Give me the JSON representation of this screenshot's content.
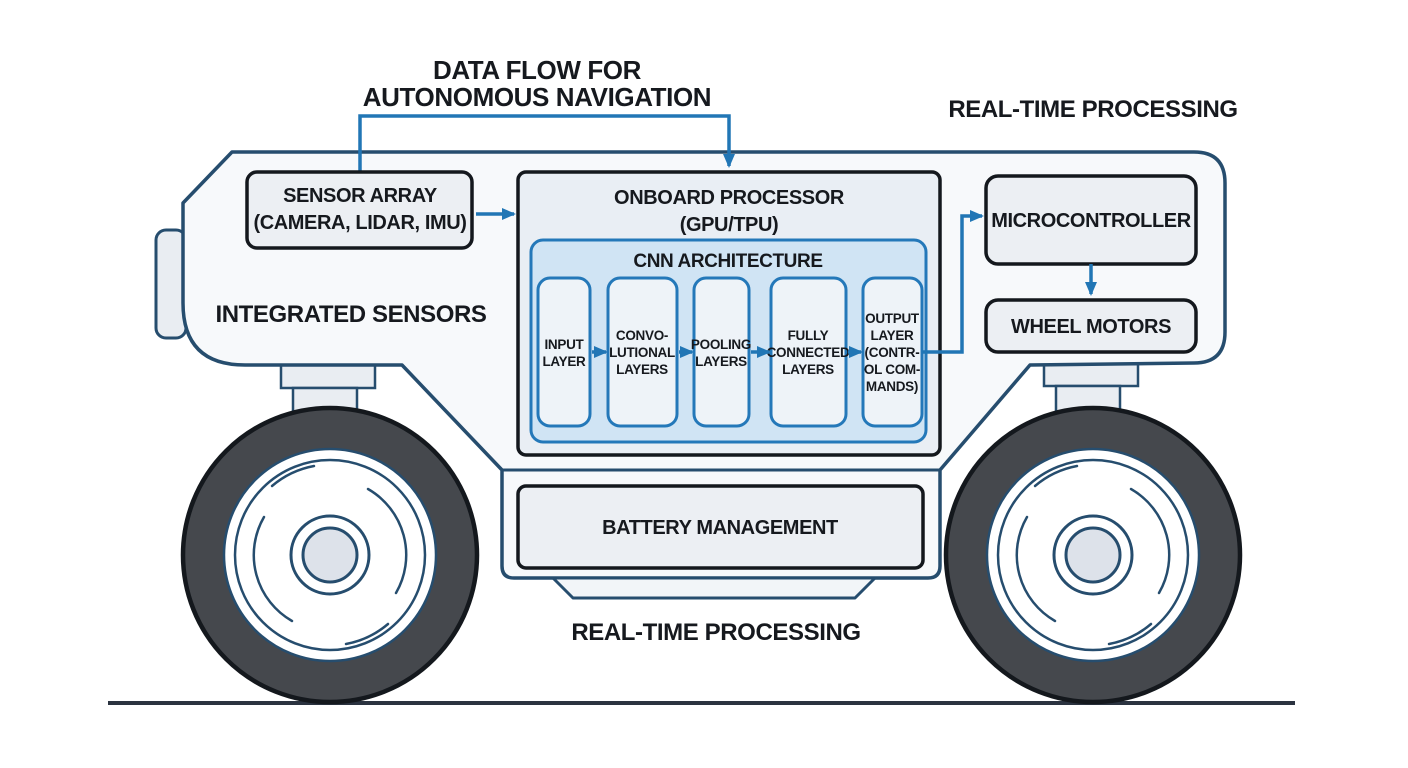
{
  "title": {
    "line1": "DATA FLOW FOR",
    "line2": "AUTONOMOUS NAVIGATION"
  },
  "labels": {
    "top_right": "REAL-TIME PROCESSING",
    "integrated_sensors": "INTEGRATED SENSORS",
    "bottom": "REAL-TIME PROCESSING"
  },
  "nodes": {
    "sensor_array": {
      "line1": "SENSOR ARRAY",
      "line2": "(CAMERA, LIDAR, IMU)"
    },
    "onboard_processor": {
      "line1": "ONBOARD PROCESSOR",
      "line2": "(GPU/TPU)"
    },
    "cnn": {
      "title": "CNN ARCHITECTURE",
      "layers": [
        {
          "name": "input-layer",
          "lines": [
            "INPUT",
            "LAYER"
          ]
        },
        {
          "name": "convolutional-layers",
          "lines": [
            "CONVO-",
            "LUTIONAL",
            "LAYERS"
          ]
        },
        {
          "name": "pooling-layers",
          "lines": [
            "POOLING",
            "LAYERS"
          ]
        },
        {
          "name": "fully-connected-layers",
          "lines": [
            "FULLY",
            "CONNECTED",
            "LAYERS"
          ]
        },
        {
          "name": "output-layer",
          "lines": [
            "OUTPUT",
            "LAYER",
            "(CONTR-",
            "OL COM-",
            "MANDS)"
          ]
        }
      ]
    },
    "microcontroller": {
      "label": "MICROCONTROLLER"
    },
    "wheel_motors": {
      "label": "WHEEL MOTORS"
    },
    "battery": {
      "label": "BATTERY MANAGEMENT"
    }
  },
  "colors": {
    "body_outline": "#264d6e",
    "box_border": "#14181d",
    "box_fill": "#eceff3",
    "processor_fill": "#e9eef4",
    "cnn_container_fill": "#d0e4f4",
    "cnn_border": "#2478b9",
    "cnn_box_fill": "#eef3f8",
    "arrow": "#2176b5",
    "tire": "#45484d",
    "hub_fill": "#dde2ea",
    "ground": "#2b3340",
    "text": "#16191e"
  }
}
